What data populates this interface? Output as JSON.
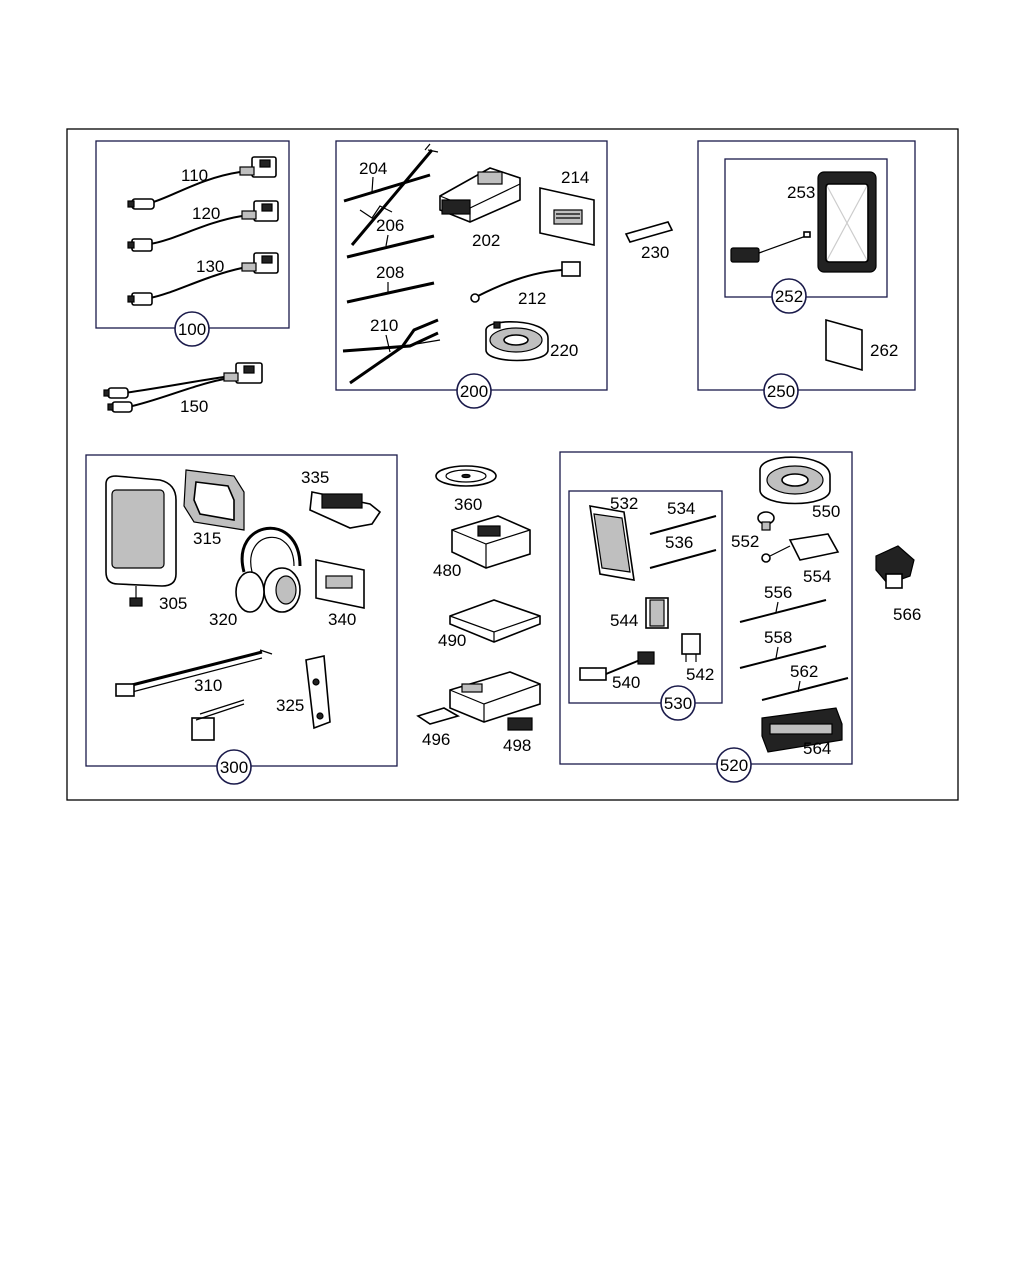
{
  "groups": [
    {
      "id": "100",
      "label": "100"
    },
    {
      "id": "200",
      "label": "200"
    },
    {
      "id": "250",
      "label": "250"
    },
    {
      "id": "252",
      "label": "252"
    },
    {
      "id": "300",
      "label": "300"
    },
    {
      "id": "520",
      "label": "520"
    },
    {
      "id": "530",
      "label": "530"
    }
  ],
  "parts": {
    "p110": "110",
    "p120": "120",
    "p130": "130",
    "p150": "150",
    "p202": "202",
    "p204": "204",
    "p206": "206",
    "p208": "208",
    "p210": "210",
    "p212": "212",
    "p214": "214",
    "p220": "220",
    "p230": "230",
    "p253": "253",
    "p262": "262",
    "p305": "305",
    "p310": "310",
    "p315": "315",
    "p320": "320",
    "p325": "325",
    "p335": "335",
    "p340": "340",
    "p360": "360",
    "p480": "480",
    "p490": "490",
    "p496": "496",
    "p498": "498",
    "p532": "532",
    "p534": "534",
    "p536": "536",
    "p540": "540",
    "p542": "542",
    "p544": "544",
    "p550": "550",
    "p552": "552",
    "p554": "554",
    "p556": "556",
    "p558": "558",
    "p562": "562",
    "p564": "564",
    "p566": "566"
  }
}
